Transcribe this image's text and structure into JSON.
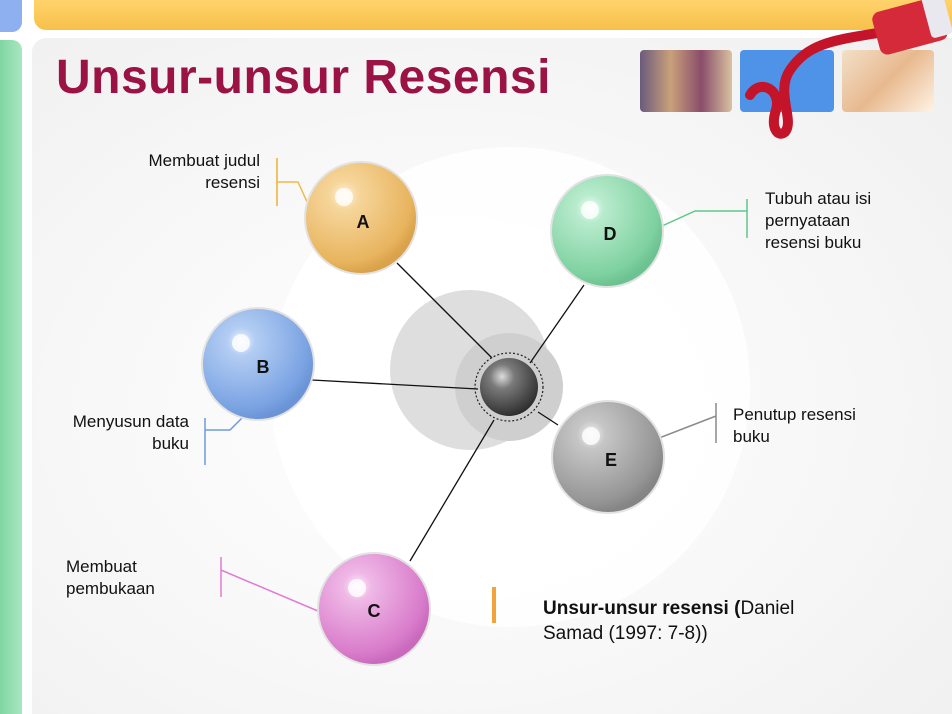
{
  "title": "Unsur-unsur Resensi",
  "nodes": [
    {
      "letter": "A",
      "label_lines": [
        "Membuat judul",
        "resensi"
      ],
      "color": "#f0c77e"
    },
    {
      "letter": "B",
      "label_lines": [
        "Menyusun data",
        "buku"
      ],
      "color": "#8fb3ea"
    },
    {
      "letter": "C",
      "label_lines": [
        "Membuat",
        "pembukaan"
      ],
      "color": "#e596d8"
    },
    {
      "letter": "D",
      "label_lines": [
        "Tubuh atau isi",
        "pernyataan",
        "resensi buku"
      ],
      "color": "#94dcb3"
    },
    {
      "letter": "E",
      "label_lines": [
        "Penutup resensi",
        "buku"
      ],
      "color": "#a6a6a6"
    }
  ],
  "citation": {
    "bold": "Unsur-unsur resensi (",
    "rest": "Daniel",
    "line2": "Samad (1997: 7-8))"
  },
  "colors": {
    "title": "#9b1244",
    "top_bar": "#f7c04a",
    "side_bar": "#8ad9a8",
    "accent": "#f2a33a"
  }
}
